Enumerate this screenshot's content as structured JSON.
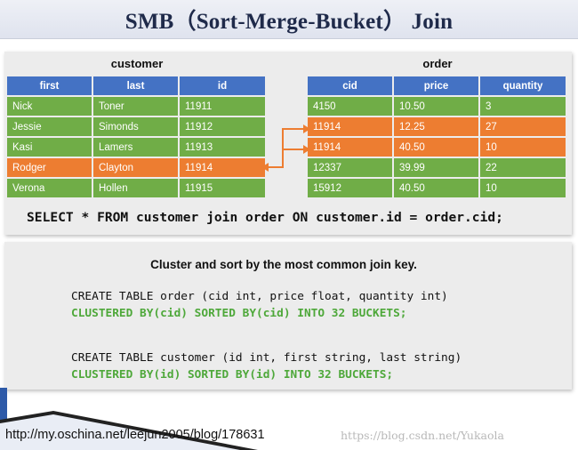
{
  "title": "SMB（Sort-Merge-Bucket） Join",
  "customer_table": {
    "caption": "customer",
    "headers": [
      "first",
      "last",
      "id"
    ],
    "rows": [
      {
        "cells": [
          "Nick",
          "Toner",
          "11911"
        ],
        "color": "green"
      },
      {
        "cells": [
          "Jessie",
          "Simonds",
          "11912"
        ],
        "color": "green"
      },
      {
        "cells": [
          "Kasi",
          "Lamers",
          "11913"
        ],
        "color": "green"
      },
      {
        "cells": [
          "Rodger",
          "Clayton",
          "11914"
        ],
        "color": "orange"
      },
      {
        "cells": [
          "Verona",
          "Hollen",
          "11915"
        ],
        "color": "green"
      }
    ]
  },
  "order_table": {
    "caption": "order",
    "headers": [
      "cid",
      "price",
      "quantity"
    ],
    "rows": [
      {
        "cells": [
          "4150",
          "10.50",
          "3"
        ],
        "color": "green"
      },
      {
        "cells": [
          "11914",
          "12.25",
          "27"
        ],
        "color": "orange"
      },
      {
        "cells": [
          "11914",
          "40.50",
          "10"
        ],
        "color": "orange"
      },
      {
        "cells": [
          "12337",
          "39.99",
          "22"
        ],
        "color": "green"
      },
      {
        "cells": [
          "15912",
          "40.50",
          "10"
        ],
        "color": "green"
      }
    ]
  },
  "sql_query": "SELECT * FROM customer join order ON customer.id = order.cid;",
  "cluster_heading": "Cluster and sort by the most common join key.",
  "code_blocks": [
    {
      "create": "CREATE TABLE order (cid int, price float, quantity int)",
      "cluster": "CLUSTERED BY(cid) SORTED BY(cid) INTO 32 BUCKETS;"
    },
    {
      "create": "CREATE TABLE customer (id int, first string, last string)",
      "cluster": "CLUSTERED BY(id) SORTED BY(id) INTO 32 BUCKETS;"
    }
  ],
  "footer": {
    "url": "http://my.oschina.net/leejun2005/blog/178631",
    "watermark": "https://blog.csdn.net/Yukaola"
  },
  "colors": {
    "header": "#4472c4",
    "green_row": "#70ad47",
    "orange_row": "#ed7d31",
    "arrow": "#ed7d31"
  }
}
